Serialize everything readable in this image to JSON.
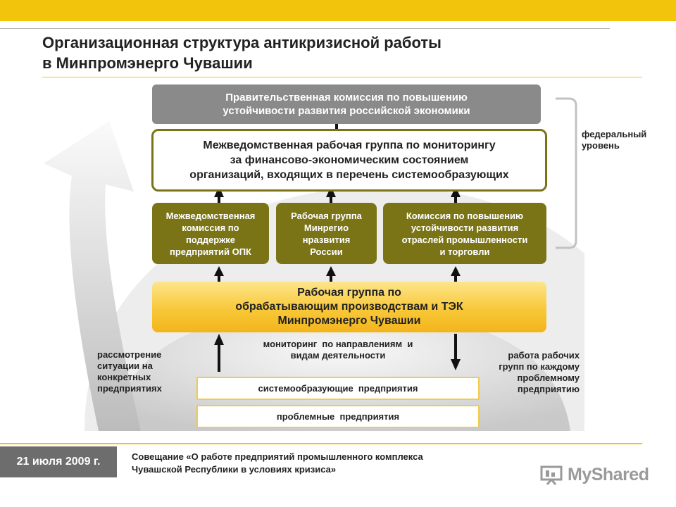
{
  "header": {
    "title_line1": "Организационная структура антикризисной работы",
    "title_line2": "в Минпромэнерго Чувашии"
  },
  "diagram": {
    "gov_commission": {
      "line1": "Правительственная комиссия по повышению",
      "line2": "устойчивости развития российской экономики"
    },
    "interagency_wg": {
      "line1": "Межведомственная рабочая группа по мониторингу",
      "line2": "за финансово-экономическим состоянием",
      "line3": "организаций, входящих в перечень системообразующих"
    },
    "opk_commission": {
      "line1": "Межведомственная",
      "line2": "комиссия по",
      "line3": "поддержке",
      "line4": "предприятий ОПК"
    },
    "minregion_wg": {
      "line1": "Рабочая группа",
      "line2": "Минрегио",
      "line3": "нразвития",
      "line4": "России"
    },
    "industry_commission": {
      "line1": "Комиссия по повышению",
      "line2": "устойчивости развития",
      "line3": "отраслей промышленности",
      "line4": "и торговли"
    },
    "regional_wg": {
      "line1": "Рабочая группа по",
      "line2": "обрабатывающим производствам и ТЭК",
      "line3": "Минпромэнерго Чувашии"
    },
    "federal_level": {
      "line1": "федеральный",
      "line2": "уровень"
    },
    "left_label": {
      "line1": "рассмотрение",
      "line2": "ситуации на",
      "line3": "конкретных",
      "line4": "предприятиях"
    },
    "center_label": {
      "line1": "мониторинг  по направлениям  и",
      "line2": "видам деятельности"
    },
    "right_label": {
      "line1": "работа рабочих",
      "line2": "групп по каждому",
      "line3": "проблемному",
      "line4": "предприятию"
    },
    "system_enterprises": "системообразующие  предприятия",
    "problem_enterprises": "проблемные  предприятия"
  },
  "footer": {
    "date": "21 июля 2009 г.",
    "caption_line1": "Совещание «О работе предприятий промышленного комплекса",
    "caption_line2": "Чувашской Республики в условиях кризиса»",
    "logo_text": "MyShared"
  },
  "colors": {
    "accent_yellow": "#f2c40c",
    "olive": "#7a7416",
    "gray_box": "#8a8a8a"
  }
}
